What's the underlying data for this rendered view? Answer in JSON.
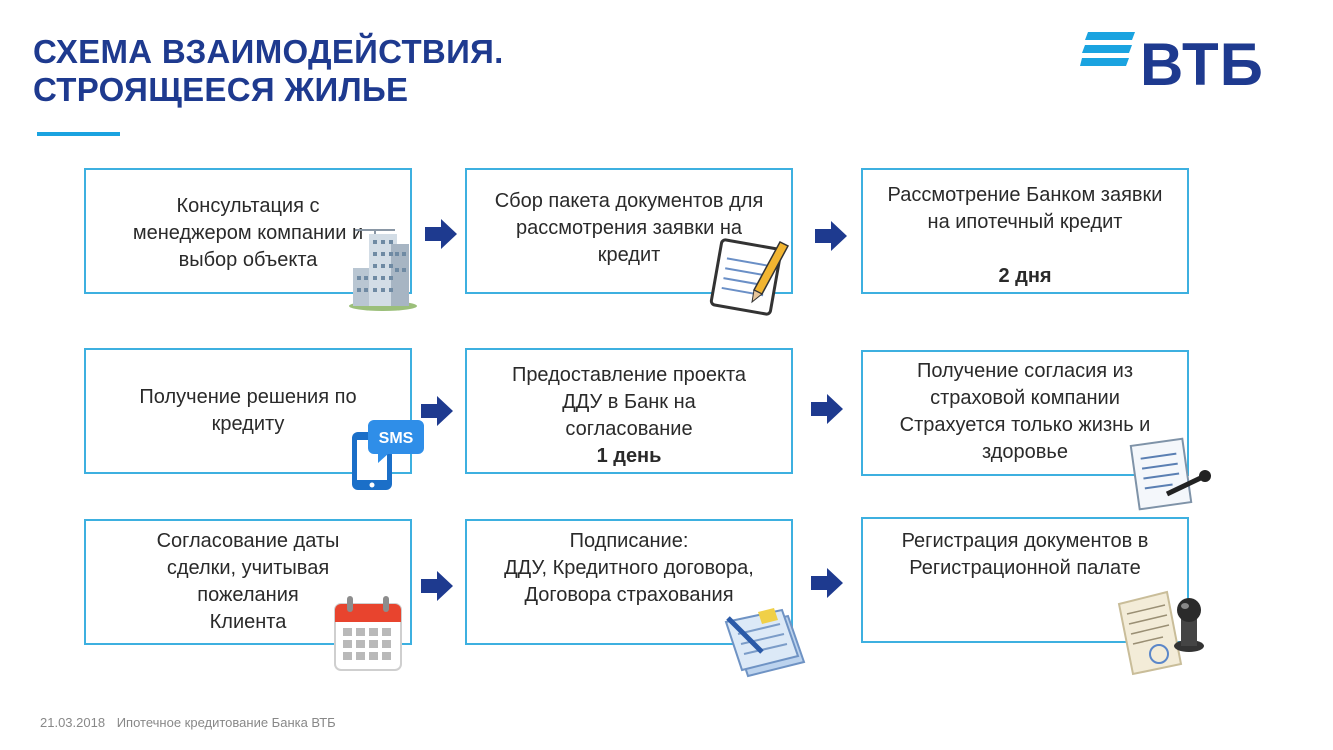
{
  "header": {
    "title_line1": "СХЕМА ВЗАИМОДЕЙСТВИЯ.",
    "title_line2": "СТРОЯЩЕЕСЯ ЖИЛЬЕ"
  },
  "logo": {
    "text": "ВТБ"
  },
  "colors": {
    "brand_navy": "#1e3a8f",
    "accent_blue": "#1aa3e0",
    "box_border": "#3db0e0",
    "arrow": "#1e3a8f"
  },
  "steps": [
    {
      "lines": [
        "Консультация с",
        "менеджером компании и",
        "выбор объекта"
      ],
      "icon": "building-icon"
    },
    {
      "lines": [
        "Сбор пакета документов для",
        "рассмотрения заявки на",
        "кредит"
      ],
      "icon": "notepad-pencil-icon"
    },
    {
      "lines": [
        "Рассмотрение Банком заявки",
        "на ипотечный кредит"
      ],
      "bold": "2 дня"
    },
    {
      "lines": [
        "Получение решения по",
        "кредиту"
      ],
      "icon": "sms-phone-icon"
    },
    {
      "lines": [
        "Предоставление проекта",
        "ДДУ в Банк на",
        "согласование"
      ],
      "bold": "1 день"
    },
    {
      "lines": [
        "Получение согласия из",
        "страховой компании",
        "Страхуется только жизнь и",
        "здоровье"
      ],
      "icon": "document-pen-icon"
    },
    {
      "lines": [
        "Согласование даты",
        "сделки, учитывая",
        "пожелания",
        "Клиента"
      ],
      "icon": "calendar-icon"
    },
    {
      "lines": [
        "Подписание:",
        "ДДУ, Кредитного договора,",
        "Договора страхования"
      ],
      "icon": "documents-pen-icon"
    },
    {
      "lines": [
        "Регистрация документов в",
        "Регистрационной палате"
      ],
      "icon": "stamp-icon"
    }
  ],
  "footer": {
    "date": "21.03.2018",
    "caption": "Ипотечное кредитование Банка ВТБ"
  }
}
